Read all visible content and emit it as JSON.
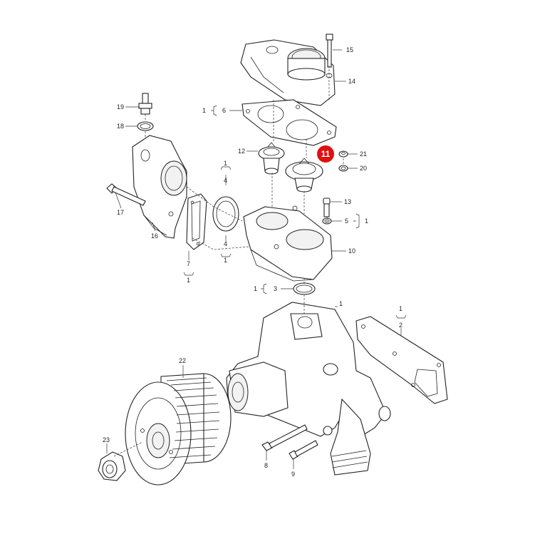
{
  "labels": {
    "p1": "1",
    "p2": "2",
    "p3": "3",
    "p4": "4",
    "p5": "5",
    "p6": "6",
    "p7": "7",
    "p8": "8",
    "p9": "9",
    "p10": "10",
    "p12": "12",
    "p13": "13",
    "p14": "14",
    "p15": "15",
    "p16": "16",
    "p17": "17",
    "p18": "18",
    "p19": "19",
    "p20": "20",
    "p21": "21",
    "p22": "22",
    "p23": "23"
  },
  "highlight": {
    "label": "11",
    "color": "#e01010"
  }
}
